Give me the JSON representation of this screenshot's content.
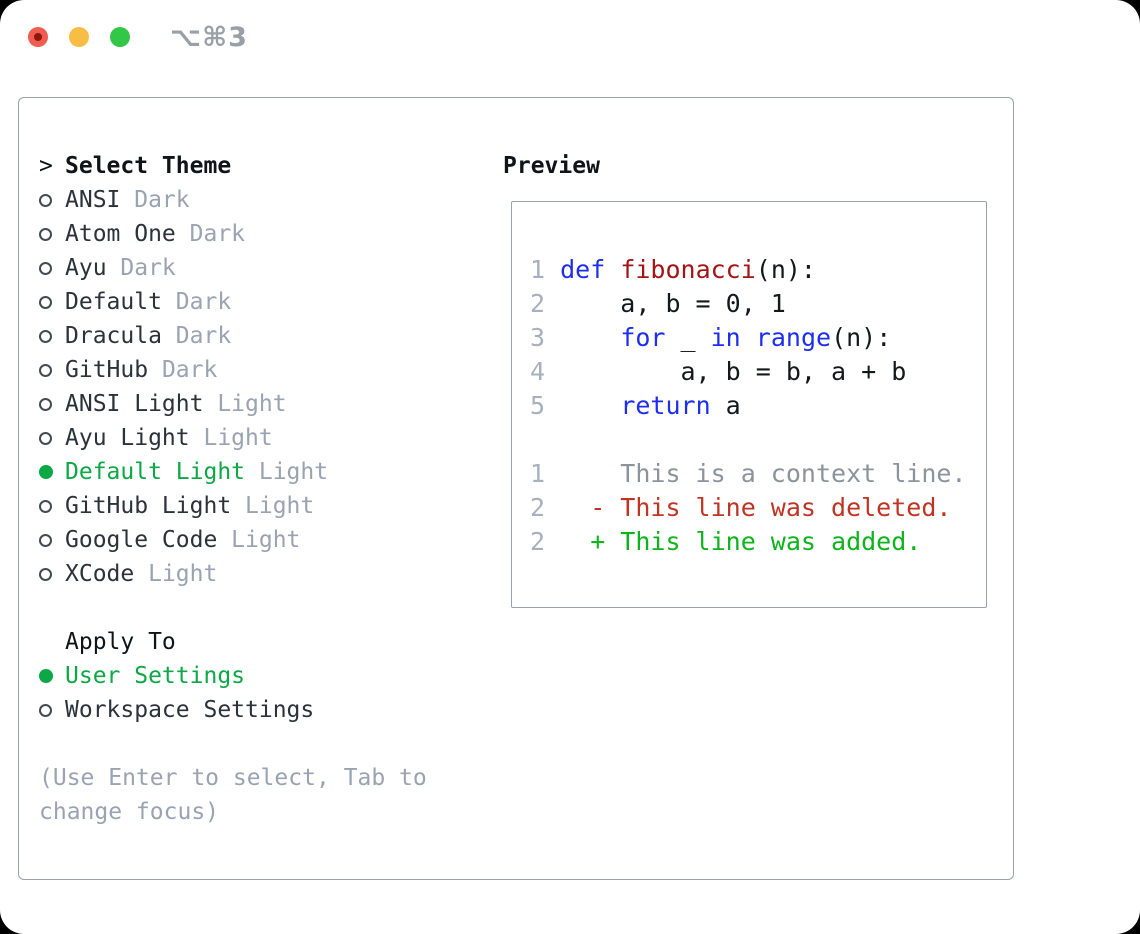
{
  "titlebar": {
    "title": "⌥⌘3"
  },
  "theme_list": {
    "cursor": ">",
    "title": "Select Theme",
    "items": [
      {
        "name": "ANSI",
        "variant": "Dark",
        "selected": false
      },
      {
        "name": "Atom One",
        "variant": "Dark",
        "selected": false
      },
      {
        "name": "Ayu",
        "variant": "Dark",
        "selected": false
      },
      {
        "name": "Default",
        "variant": "Dark",
        "selected": false
      },
      {
        "name": "Dracula",
        "variant": "Dark",
        "selected": false
      },
      {
        "name": "GitHub",
        "variant": "Dark",
        "selected": false
      },
      {
        "name": "ANSI Light",
        "variant": "Light",
        "selected": false
      },
      {
        "name": "Ayu Light",
        "variant": "Light",
        "selected": false
      },
      {
        "name": "Default Light",
        "variant": "Light",
        "selected": true
      },
      {
        "name": "GitHub Light",
        "variant": "Light",
        "selected": false
      },
      {
        "name": "Google Code",
        "variant": "Light",
        "selected": false
      },
      {
        "name": "XCode",
        "variant": "Light",
        "selected": false
      }
    ]
  },
  "apply_to": {
    "title": "Apply To",
    "items": [
      {
        "name": "User Settings",
        "selected": true
      },
      {
        "name": "Workspace Settings",
        "selected": false
      }
    ]
  },
  "help_lines": [
    "(Use Enter to select, Tab to",
    "change focus)"
  ],
  "preview": {
    "title": "Preview",
    "code_lines": [
      {
        "num": "1",
        "tokens": [
          {
            "text": "def",
            "type": "keyword"
          },
          {
            "text": " ",
            "type": "plain"
          },
          {
            "text": "fibonacci",
            "type": "function"
          },
          {
            "text": "(n):",
            "type": "plain"
          }
        ]
      },
      {
        "num": "2",
        "tokens": [
          {
            "text": "    a, b = 0, 1",
            "type": "plain"
          }
        ]
      },
      {
        "num": "3",
        "tokens": [
          {
            "text": "    ",
            "type": "plain"
          },
          {
            "text": "for",
            "type": "keyword"
          },
          {
            "text": " _ ",
            "type": "plain"
          },
          {
            "text": "in",
            "type": "keyword"
          },
          {
            "text": " ",
            "type": "plain"
          },
          {
            "text": "range",
            "type": "keyword"
          },
          {
            "text": "(n):",
            "type": "plain"
          }
        ]
      },
      {
        "num": "4",
        "tokens": [
          {
            "text": "        a, b = b, a + b",
            "type": "plain"
          }
        ]
      },
      {
        "num": "5",
        "tokens": [
          {
            "text": "    ",
            "type": "plain"
          },
          {
            "text": "return",
            "type": "keyword"
          },
          {
            "text": " a",
            "type": "plain"
          }
        ]
      },
      {
        "num": "",
        "tokens": []
      },
      {
        "num": "1",
        "tokens": [
          {
            "text": "    This is a context line.",
            "type": "context"
          }
        ]
      },
      {
        "num": "2",
        "tokens": [
          {
            "text": "  - This line was deleted.",
            "type": "deleted"
          }
        ]
      },
      {
        "num": "2",
        "tokens": [
          {
            "text": "  + This line was added.",
            "type": "added"
          }
        ]
      }
    ]
  },
  "colors": {
    "keyword_blue": "#1d2ef0",
    "function_red": "#a31515",
    "plain_code": "#14181d",
    "context_gray": "#8b939c",
    "deleted_red": "#c03422",
    "added_green": "#0db41b",
    "selected_green": "#0ca845",
    "muted_gray": "#9aa3b2",
    "line_number_gray": "#a8b0bf",
    "item_text": "#2b323a",
    "header_text": "#0f1419",
    "border_gray": "#99a2ad",
    "title_gray": "#989fa7",
    "traffic_red": "#f05c50",
    "traffic_red_dot": "#8c170d",
    "traffic_yellow": "#f8bd45",
    "traffic_green": "#33c748"
  }
}
